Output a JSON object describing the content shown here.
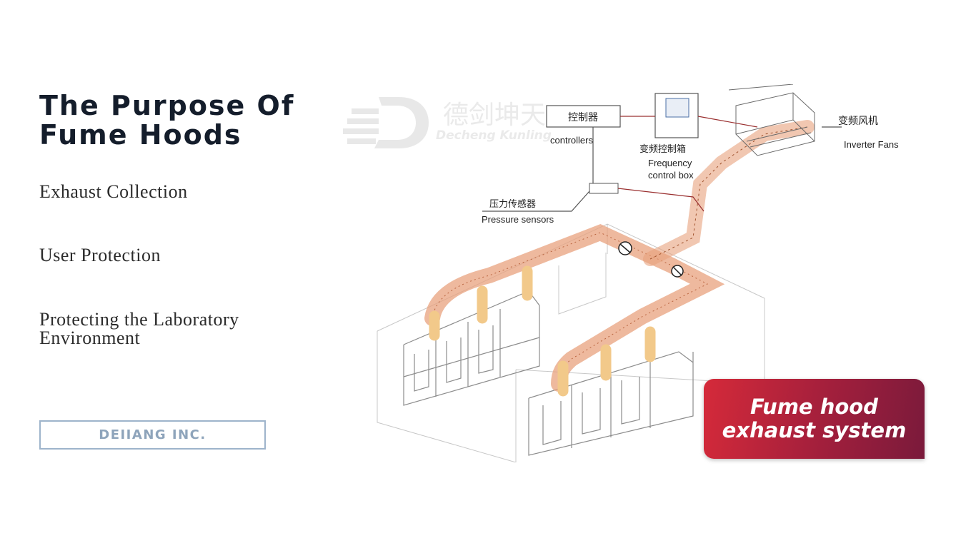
{
  "slide": {
    "title": "The Purpose Of Fume Hoods",
    "items": [
      "Exhaust Collection",
      "User Protection",
      "Protecting the Laboratory Environment"
    ],
    "company": "DEIIANG INC."
  },
  "diagram": {
    "watermark_cn": "德剑坤天",
    "watermark_en": "Decheng Kunling",
    "labels": {
      "controllers_cn": "控制器",
      "controllers_en": "controllers",
      "freq_box_cn": "变频控制箱",
      "freq_box_en_1": "Frequency",
      "freq_box_en_2": "control box",
      "fans_cn": "变频风机",
      "fans_en": "Inverter Fans",
      "sensors_cn": "压力传感器",
      "sensors_en": "Pressure sensors"
    },
    "banner_line1": "Fume hood",
    "banner_line2": "exhaust system",
    "colors": {
      "duct": "#e8a27d",
      "riser": "#f2c98a",
      "banner": "#c4253a"
    }
  }
}
